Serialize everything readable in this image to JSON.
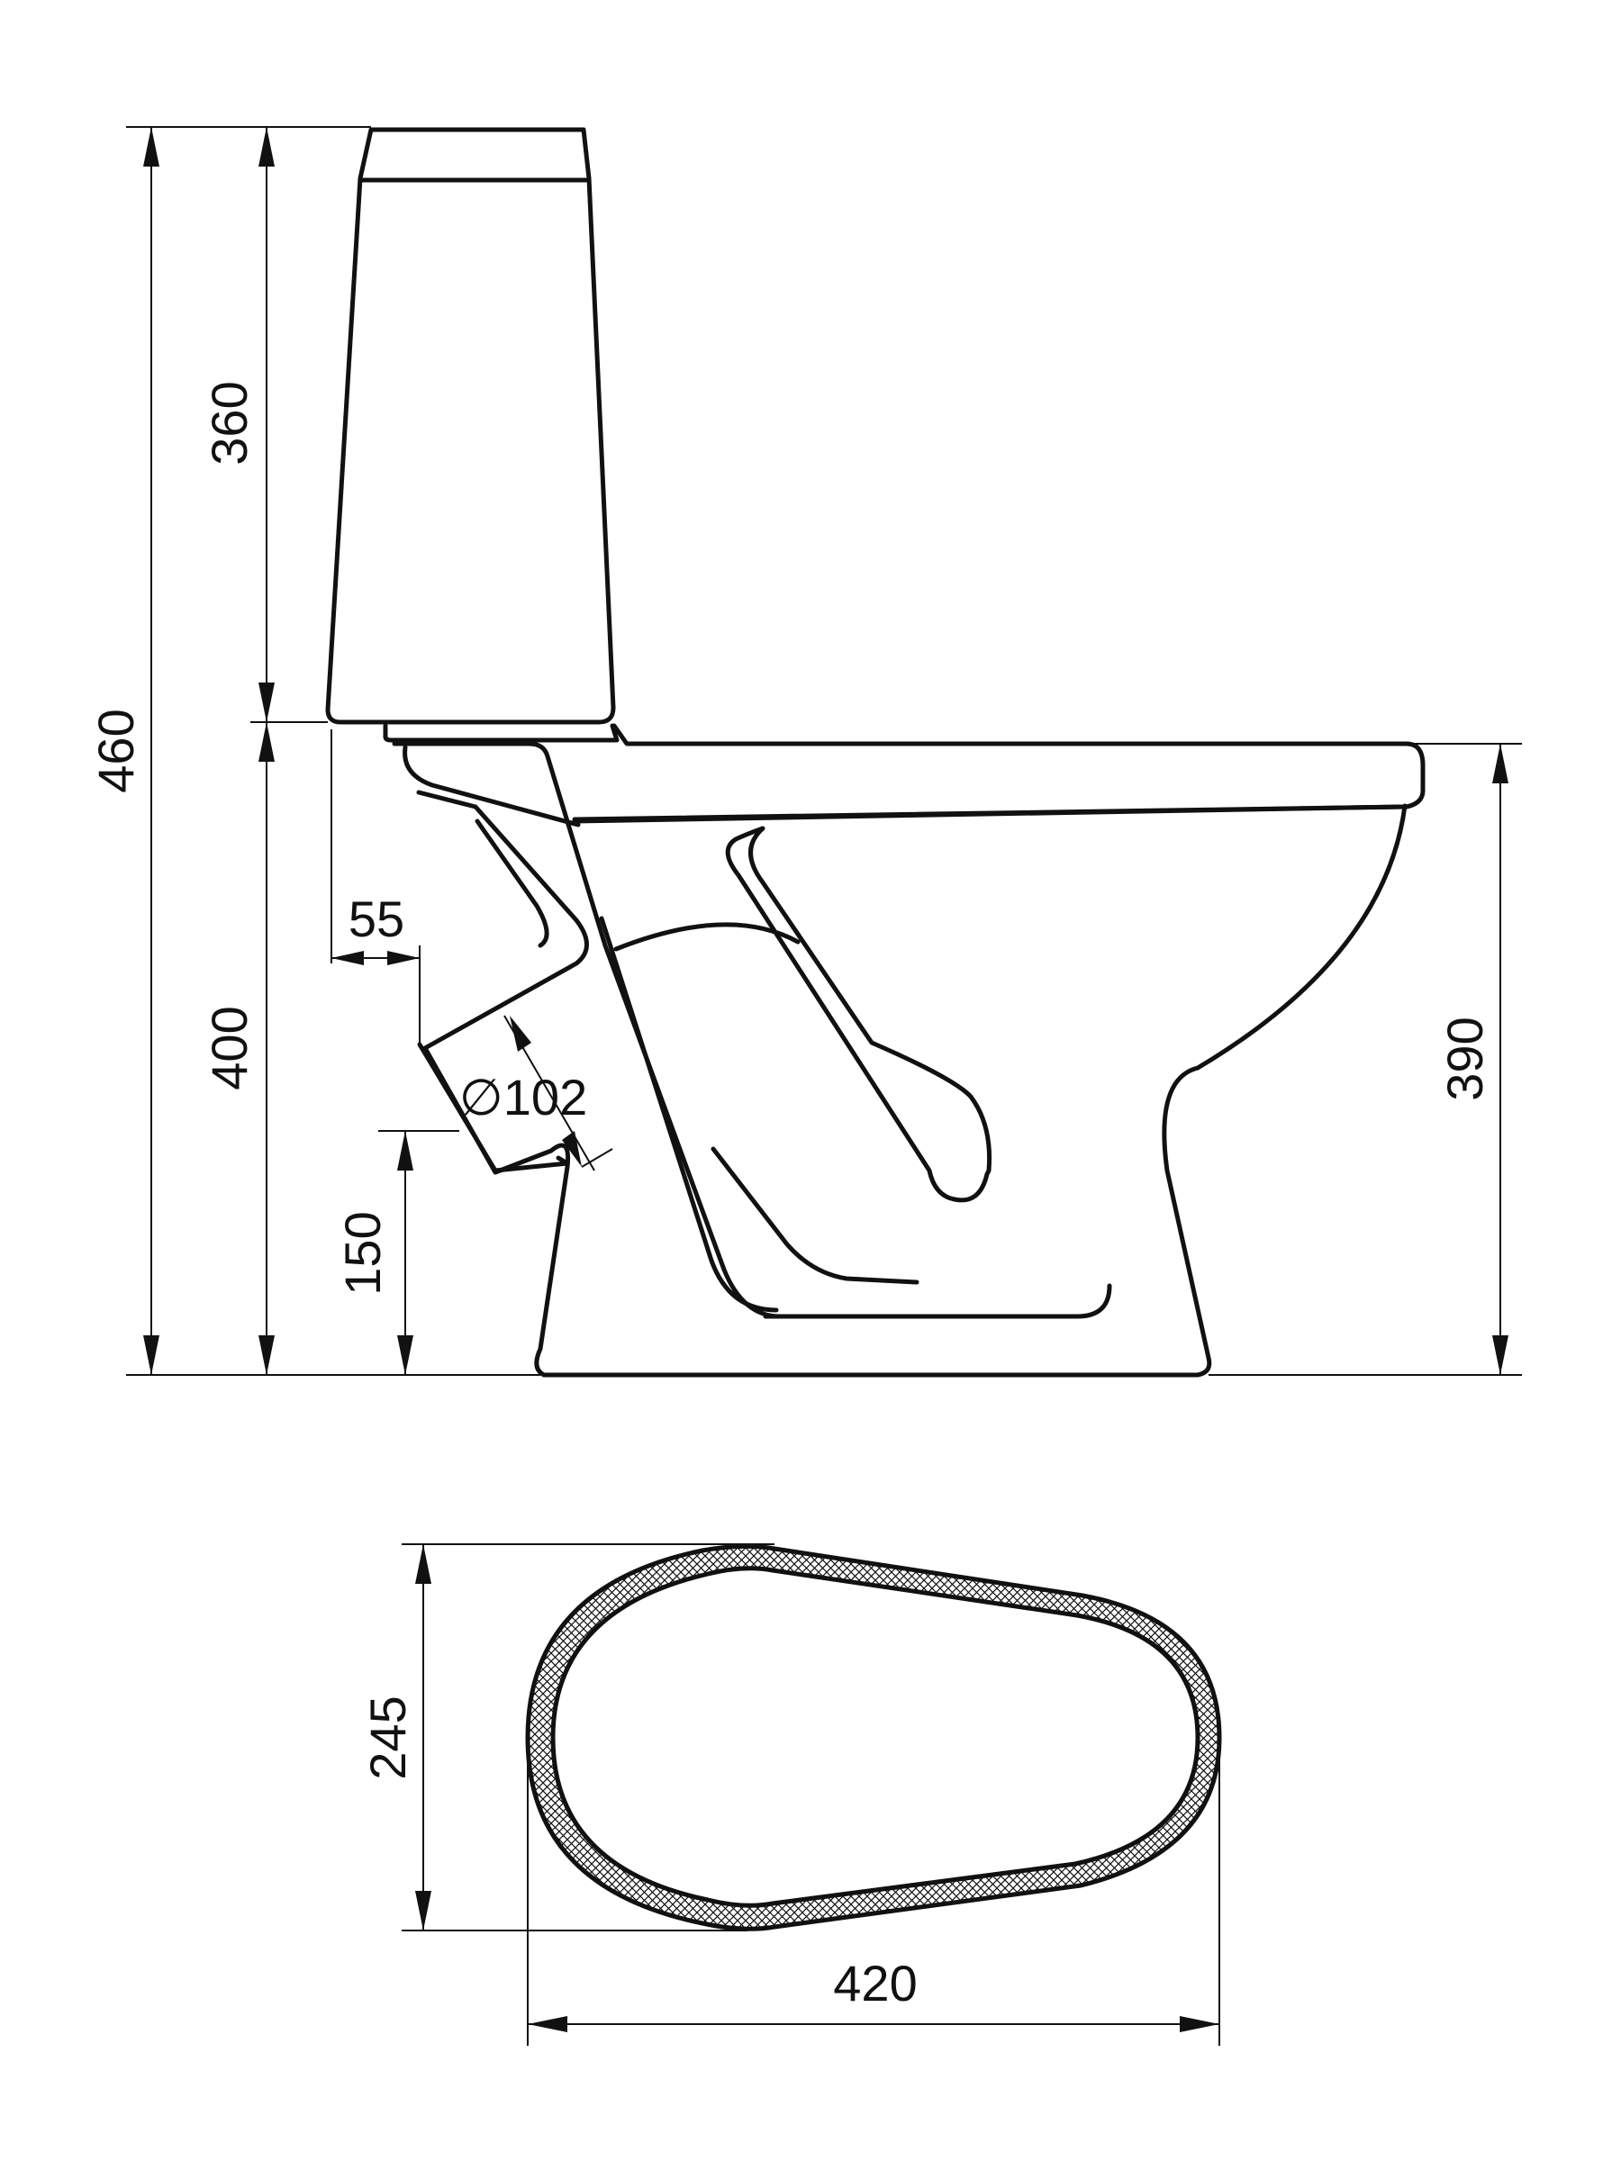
{
  "dimensions": {
    "overall_height": "460",
    "tank_height": "360",
    "seat_height": "400",
    "bowl_height": "390",
    "outlet_offset": "55",
    "outlet_diameter": "∅102",
    "outlet_height": "150",
    "base_width": "245",
    "base_length": "420"
  },
  "colors": {
    "line": "#111111",
    "background": "#ffffff",
    "hatch": "#111111"
  }
}
